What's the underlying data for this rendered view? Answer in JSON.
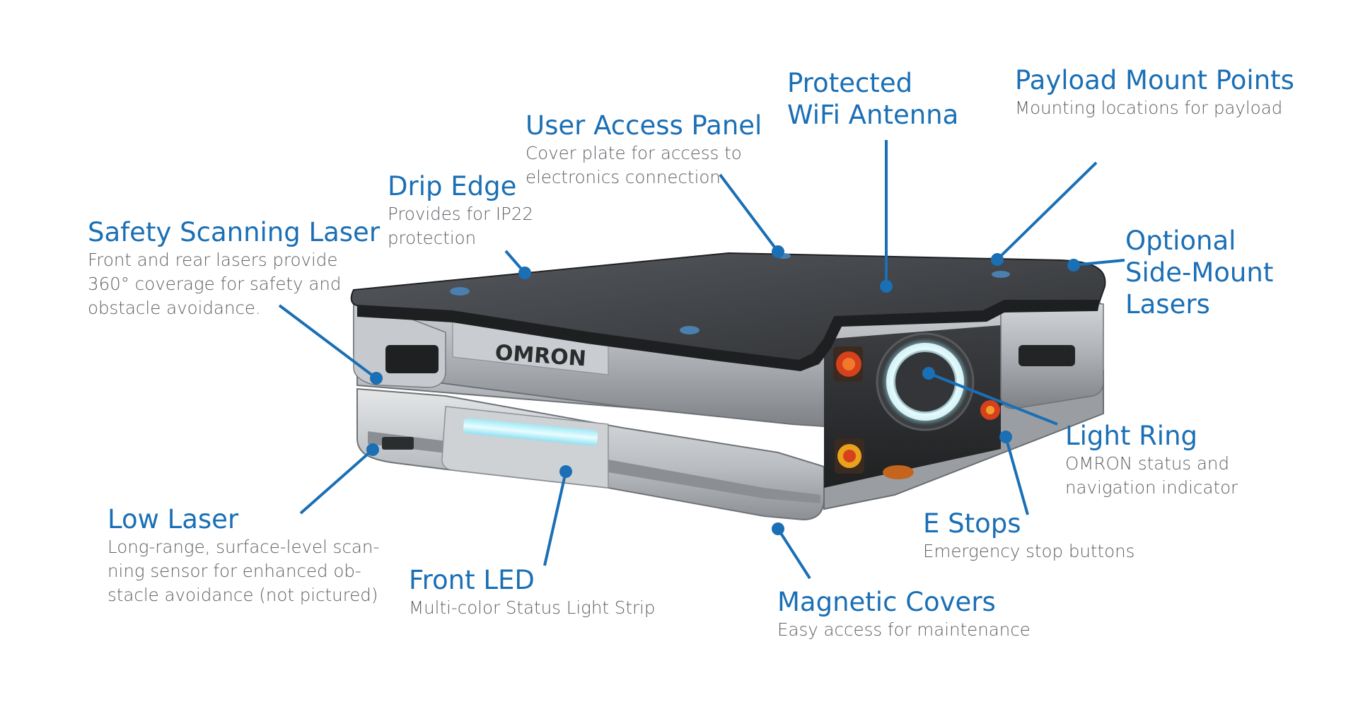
{
  "brand": "OMRON",
  "colors": {
    "accent": "#1a6fb5",
    "description_text": "#5e6166"
  },
  "callouts": {
    "safety_laser": {
      "title": "Safety Scanning Laser",
      "desc": [
        "Front and rear lasers provide",
        "360° coverage for safety and",
        "obstacle avoidance."
      ]
    },
    "drip_edge": {
      "title": "Drip Edge",
      "desc": [
        "Provides for IP22",
        "protection"
      ]
    },
    "user_access": {
      "title": "User Access Panel",
      "desc": [
        "Cover plate for access to",
        "electronics connection"
      ]
    },
    "wifi": {
      "title": [
        "Protected",
        "WiFi Antenna"
      ]
    },
    "payload": {
      "title": "Payload Mount Points",
      "desc": [
        "Mounting locations for payload"
      ]
    },
    "side_lasers": {
      "title": [
        "Optional",
        "Side-Mount",
        "Lasers"
      ]
    },
    "light_ring": {
      "title": "Light Ring",
      "desc": [
        "OMRON status and",
        "navigation indicator"
      ]
    },
    "estops": {
      "title": "E Stops",
      "desc": [
        "Emergency stop buttons"
      ]
    },
    "magnetic": {
      "title": "Magnetic Covers",
      "desc": [
        "Easy access for maintenance"
      ]
    },
    "front_led": {
      "title": "Front LED",
      "desc": [
        "Multi-color Status Light Strip"
      ]
    },
    "low_laser": {
      "title": "Low Laser",
      "desc": [
        "Long-range, surface-level scan-",
        "ning sensor for enhanced ob-",
        "stacle avoidance (not pictured)"
      ]
    }
  }
}
